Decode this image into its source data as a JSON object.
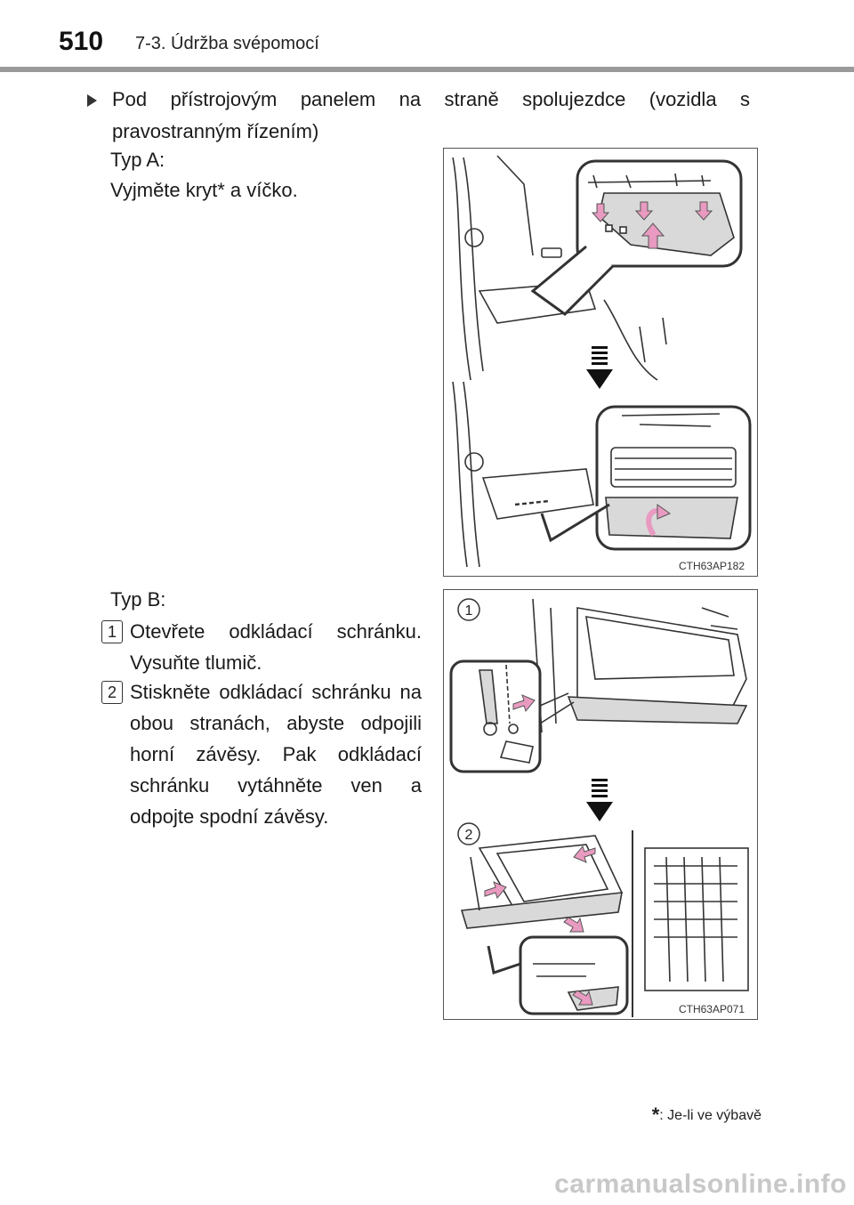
{
  "header": {
    "page_number": "510",
    "section": "7-3. Údržba svépomocí"
  },
  "bullet": {
    "text": "Pod přístrojovým panelem na straně spolujezdce (vozidla s pravostranným řízením)"
  },
  "type_a": {
    "label": "Typ A:",
    "instruction": "Vyjměte kryt* a víčko."
  },
  "type_b": {
    "label": "Typ B:",
    "steps": [
      {
        "number": "1",
        "text": "Otevřete odkládací schránku. Vysuňte tlumič."
      },
      {
        "number": "2",
        "text": "Stiskněte odkládací schránku na obou stranách, abyste odpojili horní závěsy. Pak odkládací schránku vytáhněte ven a odpojte spodní závěsy."
      }
    ]
  },
  "figures": {
    "figure_a_code": "CTH63AP182",
    "figure_b_code": "CTH63AP071",
    "figure_b_step_labels": [
      "1",
      "2"
    ]
  },
  "footnote": {
    "marker": "*",
    "text": ": Je-li ve výbavě"
  },
  "watermark": "carmanualsonline.info",
  "colors": {
    "arrow_pink": "#e89ac0",
    "panel_gray": "#d9d9d9",
    "rule_gray": "#9a9a9a"
  }
}
